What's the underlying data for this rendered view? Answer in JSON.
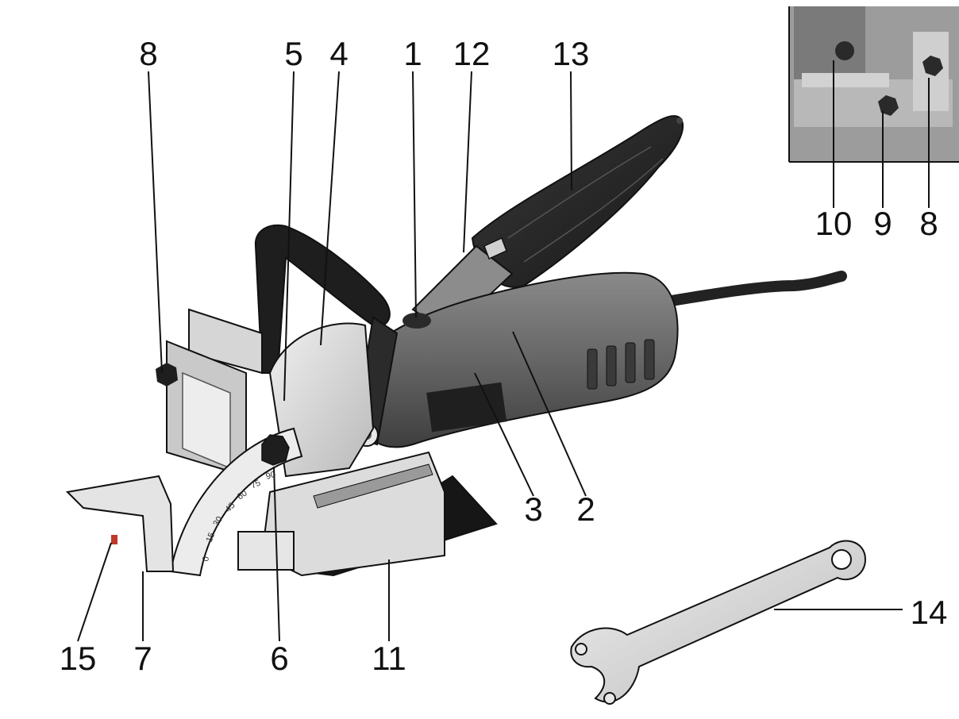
{
  "callouts": {
    "c1": "1",
    "c2": "2",
    "c3": "3",
    "c4": "4",
    "c5": "5",
    "c6": "6",
    "c7": "7",
    "c8_main": "8",
    "c8_inset": "8",
    "c9": "9",
    "c10": "10",
    "c11": "11",
    "c12": "12",
    "c13": "13",
    "c14": "14",
    "c15": "15"
  },
  "scale_marks": {
    "m0": "0",
    "m15": "15",
    "m30": "30",
    "m45": "45",
    "m60": "60",
    "m75": "75",
    "m90": "90"
  },
  "colors": {
    "outline": "#111111",
    "body_gray": "#6a6a6a",
    "dark": "#2a2a2a",
    "light_metal": "#d8d8d8",
    "base_plate": "#1a1a1a",
    "marker_red": "#c0392b"
  }
}
